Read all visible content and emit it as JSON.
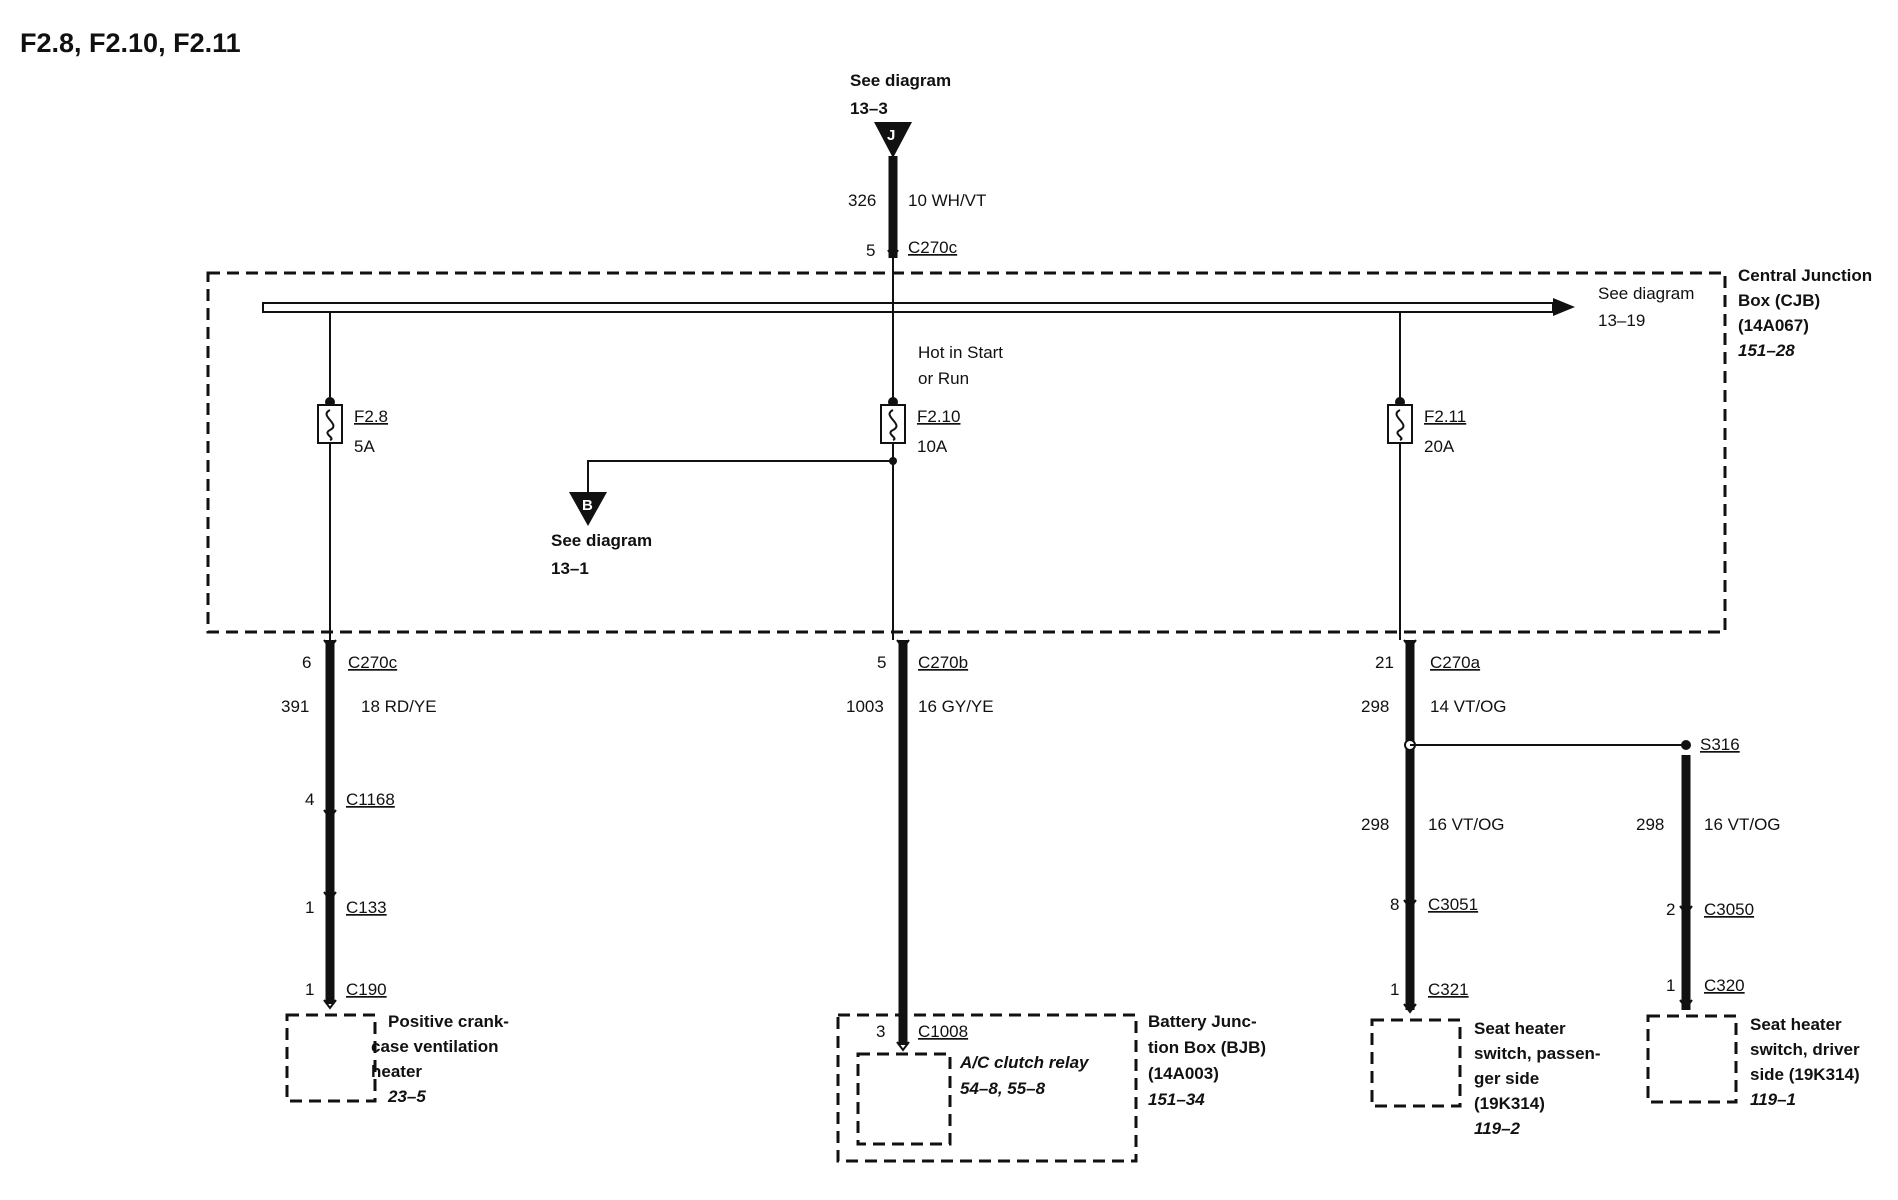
{
  "title": "F2.8, F2.10, F2.11",
  "top_ref": {
    "line1": "See diagram",
    "line2": "13–3",
    "marker": "J"
  },
  "top_wire": {
    "circuit": "326",
    "spec": "10 WH/VT",
    "pin": "5",
    "connector": "C270c"
  },
  "cjb": {
    "line1": "Central Junction",
    "line2": "Box (CJB)",
    "line3": "(14A067)",
    "ref": "151–28",
    "bus_ref_line1": "See diagram",
    "bus_ref_line2": "13–19",
    "hot_line1": "Hot in Start",
    "hot_line2": "or Run"
  },
  "fuses": [
    {
      "name": "F2.8",
      "rating": "5A"
    },
    {
      "name": "F2.10",
      "rating": "10A"
    },
    {
      "name": "F2.11",
      "rating": "20A"
    }
  ],
  "branch_ref": {
    "line1": "See diagram",
    "line2": "13–1",
    "marker": "B"
  },
  "left": {
    "pin1": "6",
    "conn1": "C270c",
    "circuit": "391",
    "spec": "18 RD/YE",
    "pin2": "4",
    "conn2": "C1168",
    "pin3": "1",
    "conn3": "C133",
    "pin4": "1",
    "conn4": "C190",
    "load_line1": "Positive crank-",
    "load_line2": "case ventilation",
    "load_line3": "heater",
    "load_ref": "23–5"
  },
  "middle": {
    "pin1": "5",
    "conn1": "C270b",
    "circuit": "1003",
    "spec": "16 GY/YE",
    "pin2": "3",
    "conn2": "C1008",
    "relay_line1": "A/C clutch relay",
    "relay_ref": "54–8, 55–8",
    "bjb_line1": "Battery Junc-",
    "bjb_line2": "tion Box (BJB)",
    "bjb_line3": "(14A003)",
    "bjb_ref": "151–34"
  },
  "right": {
    "pin1": "21",
    "conn1": "C270a",
    "circuit": "298",
    "spec": "14 VT/OG",
    "splice": "S316",
    "a_circuit": "298",
    "a_spec": "16 VT/OG",
    "a_pin1": "8",
    "a_conn1": "C3051",
    "a_pin2": "1",
    "a_conn2": "C321",
    "a_load1": "Seat heater",
    "a_load2": "switch, passen-",
    "a_load3": "ger side",
    "a_load4": "(19K314)",
    "a_ref": "119–2",
    "b_circuit": "298",
    "b_spec": "16 VT/OG",
    "b_pin1": "2",
    "b_conn1": "C3050",
    "b_pin2": "1",
    "b_conn2": "C320",
    "b_load1": "Seat heater",
    "b_load2": "switch, driver",
    "b_load3": "side (19K314)",
    "b_ref": "119–1"
  }
}
